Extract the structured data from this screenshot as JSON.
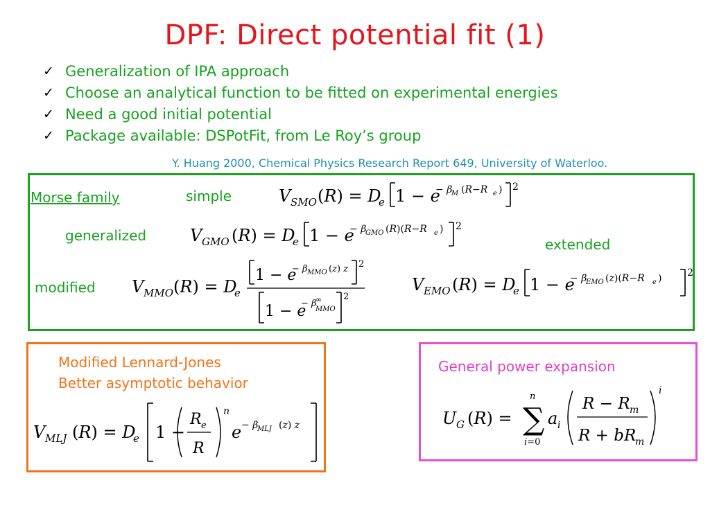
{
  "title": "DPF: Direct potential fit (1)",
  "bullets": [
    {
      "text": "Generalization of IPA approach",
      "icon": "checkmark-icon"
    },
    {
      "text": "Choose an analytical function to be fitted on experimental energies",
      "icon": "checkmark-icon"
    },
    {
      "text": "Need a good initial potential",
      "icon": "checkmark-icon"
    },
    {
      "text": "Package available: DSPotFit, from Le Roy’s group",
      "icon": "checkmark-icon"
    }
  ],
  "reference": "Y. Huang 2000, Chemical Physics Research Report 649, University of Waterloo.",
  "morse_box": {
    "family_label": "Morse family",
    "simple_label": "simple",
    "generalized_label": "generalized",
    "extended_label": "extended",
    "modified_label": "modified",
    "eq_simple": "V_SMO(R) = D_e [1 − e^{−β_M (R−R_e)}]^2",
    "eq_generalized": "V_GMO(R) = D_e [1 − e^{−β_GMO(R)(R−R_e)}]^2",
    "eq_modified": "V_MMO(R) = D_e [1 − e^{−β_MMO(z) z}]^2 / [1 − e^{−β_MMO^∞}]^2",
    "eq_extended": "V_EMO(R) = D_e [1 − e^{−β_EMO(z)(R−R_e)}]^2"
  },
  "mlj_box": {
    "line1": "Modified Lennard-Jones",
    "line2": "Better asymptotic behavior",
    "eq": "V_MLJ(R) = D_e [1 − (R_e/R)^n e^{−β_MLJ(z) z}]"
  },
  "power_box": {
    "label": "General power expansion",
    "eq": "U_G(R) = Σ_{i=0}^{n} a_i ((R − R_m)/(R + bR_m))^i"
  },
  "colors": {
    "title": "#e8141c",
    "bullets": "#16a21e",
    "reference": "#1c8fb0",
    "morse_border": "#1fa021",
    "mlj": "#f07418",
    "power": "#e84ed4"
  }
}
